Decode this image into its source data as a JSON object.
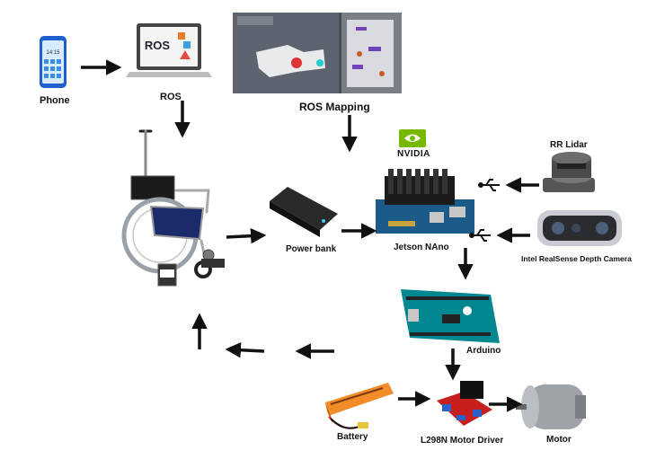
{
  "labels": {
    "phone": "Phone",
    "ros": "ROS",
    "ros_mapping": "ROS Mapping",
    "nvidia": "NVIDIA",
    "rr_lidar": "RR Lidar",
    "power_bank": "Power bank",
    "jetson": "Jetson NAno",
    "realsense": "Intel RealSense Depth Camera",
    "arduino": "Arduino",
    "battery": "Battery",
    "motor_driver": "L298N Motor Driver",
    "motor": "Motor"
  },
  "phone_screen": {
    "time": "14:15"
  },
  "laptop_screen": {
    "text": "ROS"
  },
  "colors": {
    "nvidia_green": "#76b900",
    "arrow": "#111111",
    "board_blue": "#1c5a8a",
    "arduino_teal": "#00878f",
    "driver_red": "#c81e1e",
    "battery_orange": "#f28c28"
  }
}
